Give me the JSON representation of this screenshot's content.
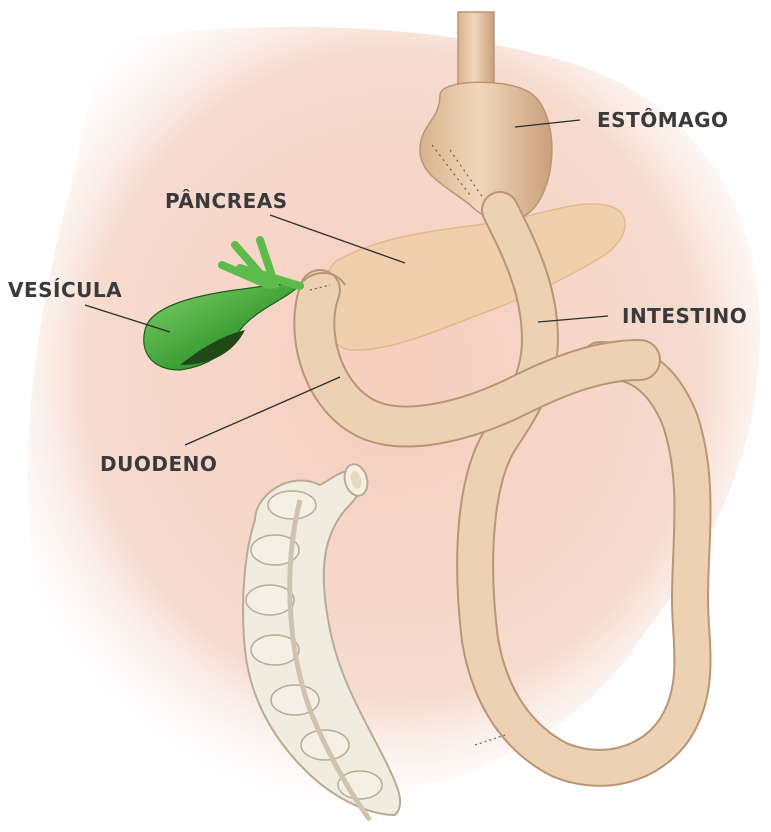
{
  "labels": {
    "estomago": "ESTÔMAGO",
    "pancreas": "PÂNCREAS",
    "vesicula": "VESÍCULA",
    "intestino": "INTESTINO",
    "duodeno": "DUODENO"
  },
  "colors": {
    "background_blush": "#f3c9b8",
    "organ_tan": "#e9cba9",
    "organ_outline": "#b89574",
    "pancreas_fill": "#f1cfaa",
    "gallbladder_green": "#3fae3a",
    "gallbladder_dark": "#1f5a1a",
    "colon_fill": "#f1ece0",
    "colon_outline": "#b8ab93",
    "label_color": "#3a3a3a"
  }
}
